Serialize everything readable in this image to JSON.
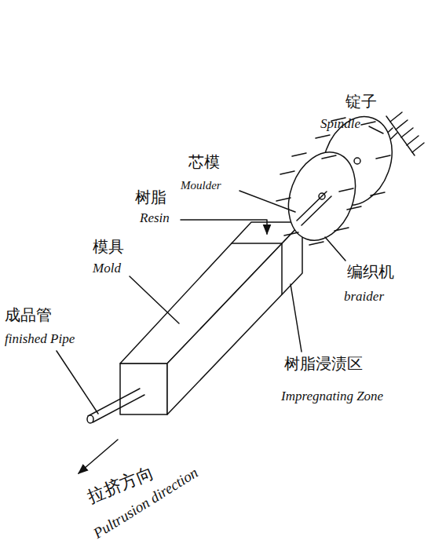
{
  "diagram": {
    "labels": [
      "锭子",
      "Spindle",
      "芯模",
      "Moulder",
      "树脂",
      "Resin",
      "模具",
      "Mold",
      "编织机",
      "braider",
      "成品管",
      "finished Pipe",
      "树脂浸渍区",
      "Impregnating Zone",
      "拉挤方向",
      "Pultrusion direction"
    ]
  }
}
